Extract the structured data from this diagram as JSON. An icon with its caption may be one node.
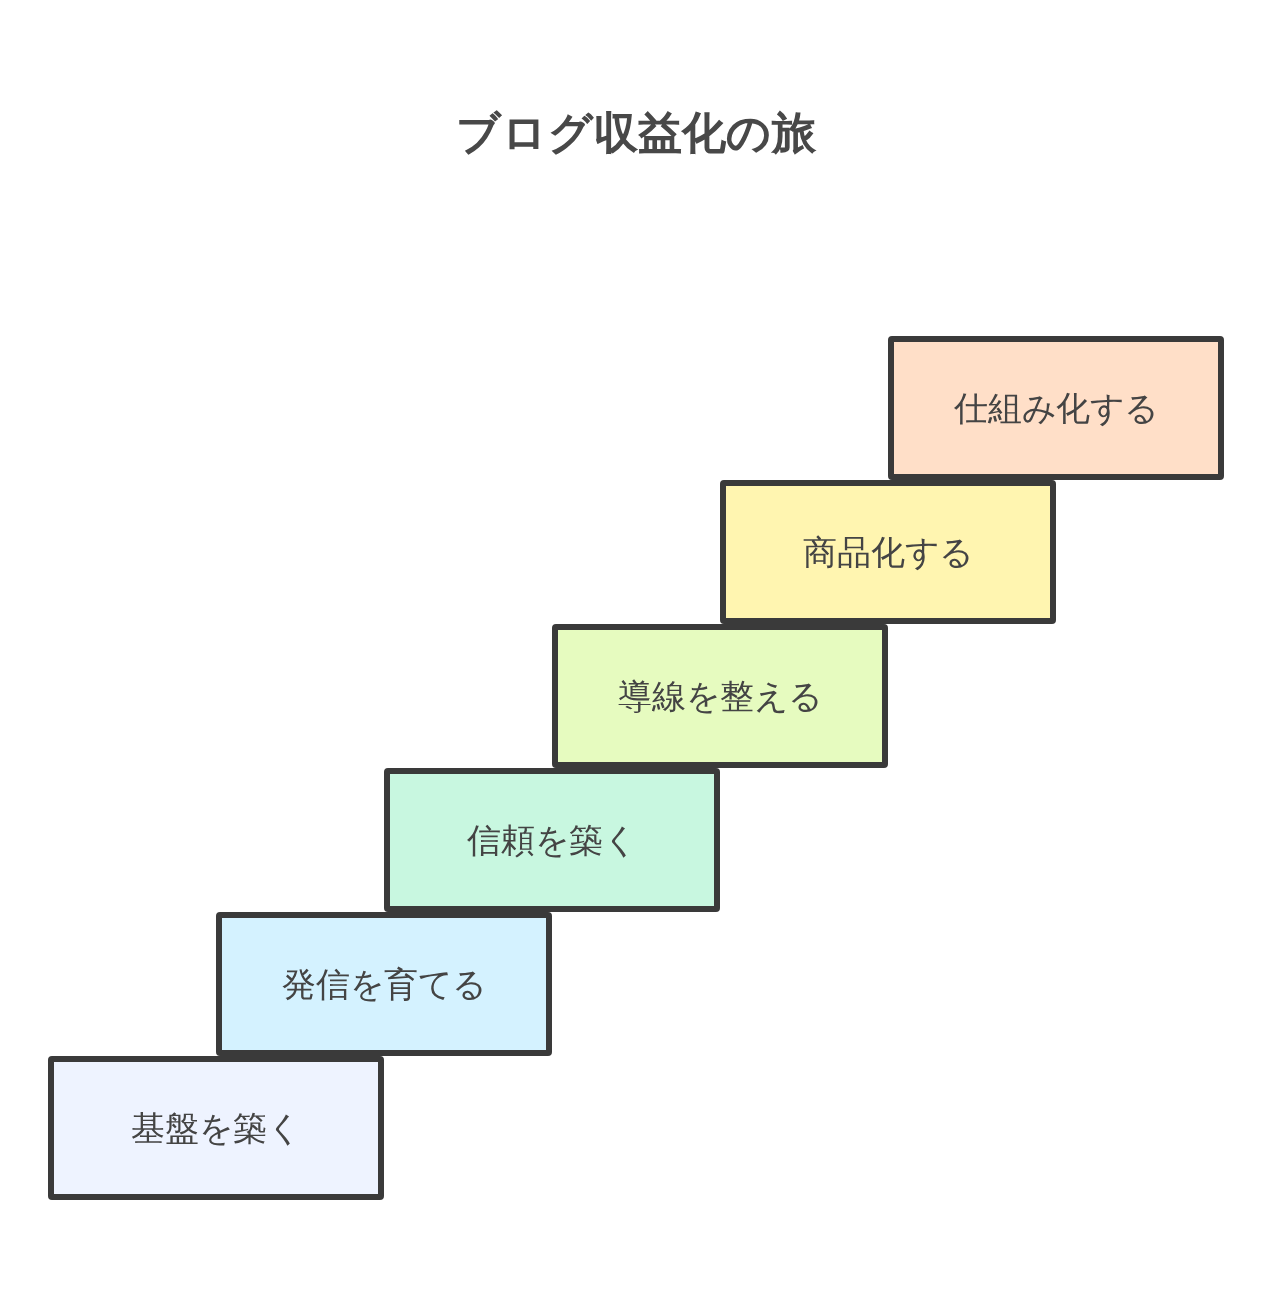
{
  "diagram": {
    "title": "ブログ収益化の旅",
    "nodes": [
      {
        "text": [
          "基盤を築く"
        ]
      },
      {
        "text": [
          "発信を育てる"
        ]
      },
      {
        "text": [
          "信頼を築く"
        ]
      },
      {
        "text": [
          "導線を整える"
        ]
      },
      {
        "text": [
          "商品化する"
        ]
      },
      {
        "text": [
          "仕組み化する"
        ]
      }
    ]
  }
}
